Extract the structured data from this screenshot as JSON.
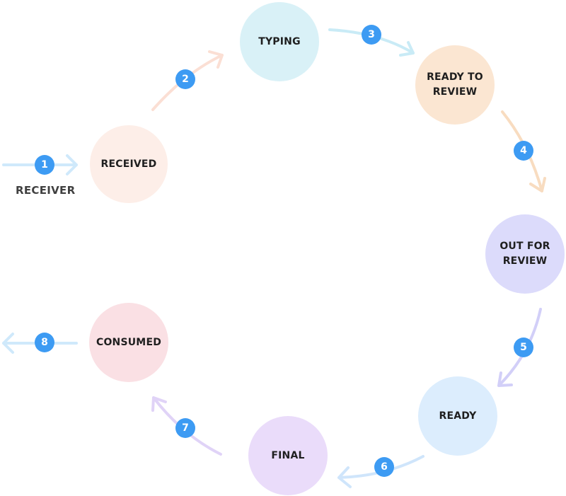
{
  "source_label": "RECEIVER",
  "nodes": [
    {
      "label": "RECEIVED",
      "color": "#fdeee8"
    },
    {
      "label": "TYPING",
      "color": "#d9f1f7"
    },
    {
      "label": "READY TO\nREVIEW",
      "color": "#fbe6d2"
    },
    {
      "label": "OUT FOR\nREVIEW",
      "color": "#dcdbfb"
    },
    {
      "label": "READY",
      "color": "#dcedfd"
    },
    {
      "label": "FINAL",
      "color": "#eadcfa"
    },
    {
      "label": "CONSUMED",
      "color": "#fae0e4"
    }
  ],
  "steps": [
    {
      "label": "1",
      "arrow_color": "#cfe9fb"
    },
    {
      "label": "2",
      "arrow_color": "#fbdfd4"
    },
    {
      "label": "3",
      "arrow_color": "#c9ebf6"
    },
    {
      "label": "4",
      "arrow_color": "#f8dcc0"
    },
    {
      "label": "5",
      "arrow_color": "#d2cff8"
    },
    {
      "label": "6",
      "arrow_color": "#cfe5fb"
    },
    {
      "label": "7",
      "arrow_color": "#e0d3f7"
    },
    {
      "label": "8",
      "arrow_color": "#cfe9fb"
    }
  ],
  "badge_color": "#3d9bf3"
}
